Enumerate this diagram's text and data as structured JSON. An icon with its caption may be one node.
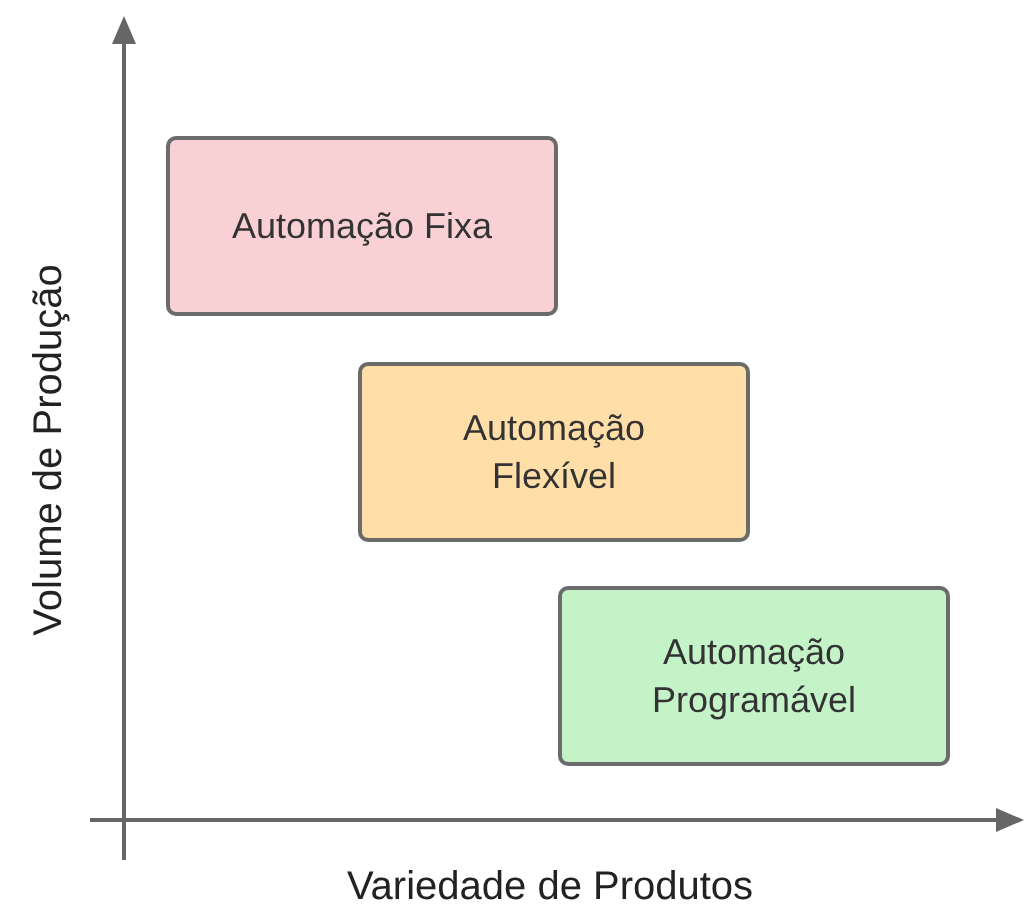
{
  "diagram": {
    "nodes": [
      {
        "text": [
          "Automação Fixa"
        ]
      },
      {
        "text": [
          "Automação Flexível"
        ]
      },
      {
        "text": [
          "Automação Programável"
        ]
      }
    ],
    "labels": [
      "Volume de Produção",
      "Variedade de Produtos"
    ]
  }
}
